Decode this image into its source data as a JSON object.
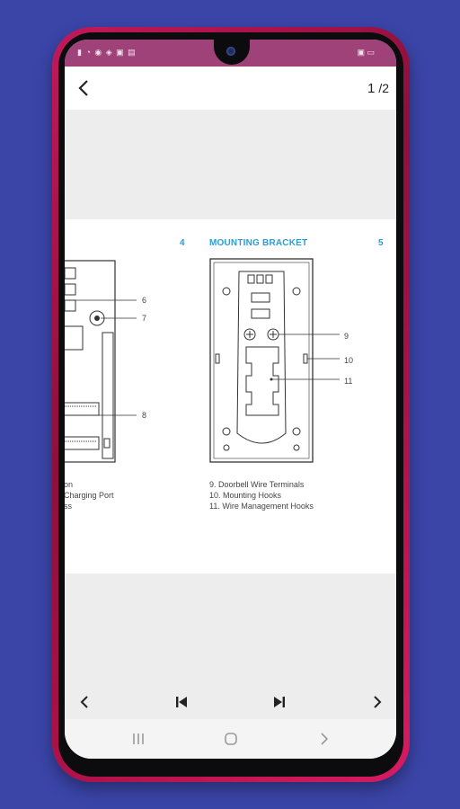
{
  "header": {
    "current_page": "1",
    "total_pages": "/2"
  },
  "document": {
    "left_page": {
      "page_number": "4",
      "callouts": [
        "6",
        "7",
        "8"
      ],
      "captions": [
        "on",
        "Charging Port",
        "ss"
      ]
    },
    "right_page": {
      "page_number": "5",
      "title": "MOUNTING BRACKET",
      "callouts": [
        "9",
        "10",
        "11"
      ],
      "captions": [
        "9.   Doorbell Wire Terminals",
        "10. Mounting Hooks",
        "11. Wire Management Hooks"
      ]
    }
  },
  "colors": {
    "accent": "#2a9fd6",
    "status_bar": "#a0427a",
    "background": "#3b45a8"
  },
  "icons": {
    "back": "arrow-left-icon",
    "first": "skip-previous-icon",
    "last": "skip-next-icon",
    "prev": "chevron-left-icon",
    "next": "chevron-right-icon"
  }
}
